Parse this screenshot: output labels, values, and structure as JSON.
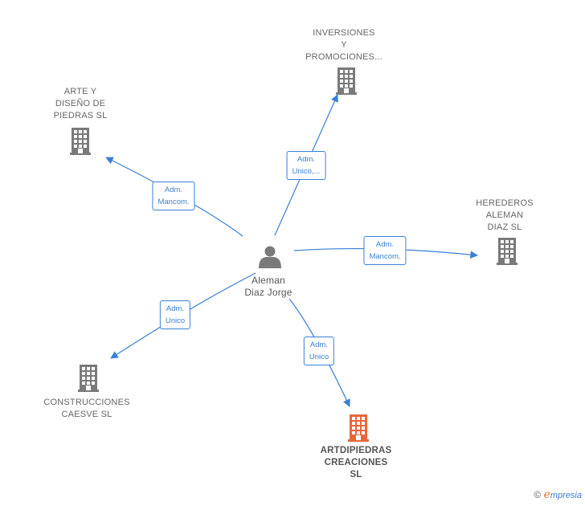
{
  "colors": {
    "edge": "#3a7fd5",
    "building": "#7a7a7a",
    "main_building": "#e8673a",
    "person": "#7a7a7a"
  },
  "person": {
    "label": "Aleman\nDiaz Jorge",
    "icon": "person-icon"
  },
  "companies": [
    {
      "id": "inversiones",
      "label": "INVERSIONES\nY\nPROMOCIONES...",
      "main": false,
      "icon": "building-icon"
    },
    {
      "id": "arte",
      "label": "ARTE Y\nDISEÑO DE\nPIEDRAS  SL",
      "main": false,
      "icon": "building-icon"
    },
    {
      "id": "herederos",
      "label": "HEREDEROS\nALEMAN\nDIAZ  SL",
      "main": false,
      "icon": "building-icon"
    },
    {
      "id": "construcciones",
      "label": "CONSTRUCCIONES\nCAESVE SL",
      "main": false,
      "icon": "building-icon"
    },
    {
      "id": "artdipiedras",
      "label": "ARTDIPIEDRAS\nCREACIONES\nSL",
      "main": true,
      "icon": "building-icon"
    }
  ],
  "edges": [
    {
      "to": "inversiones",
      "label": "Adm.\nUnico,..."
    },
    {
      "to": "arte",
      "label": "Adm.\nMancom."
    },
    {
      "to": "herederos",
      "label": "Adm.\nMancom."
    },
    {
      "to": "construcciones",
      "label": "Adm.\nUnico"
    },
    {
      "to": "artdipiedras",
      "label": "Adm.\nUnico"
    }
  ],
  "footer": {
    "copyright": "©",
    "brand_initial": "e",
    "brand_rest": "mpresia"
  }
}
